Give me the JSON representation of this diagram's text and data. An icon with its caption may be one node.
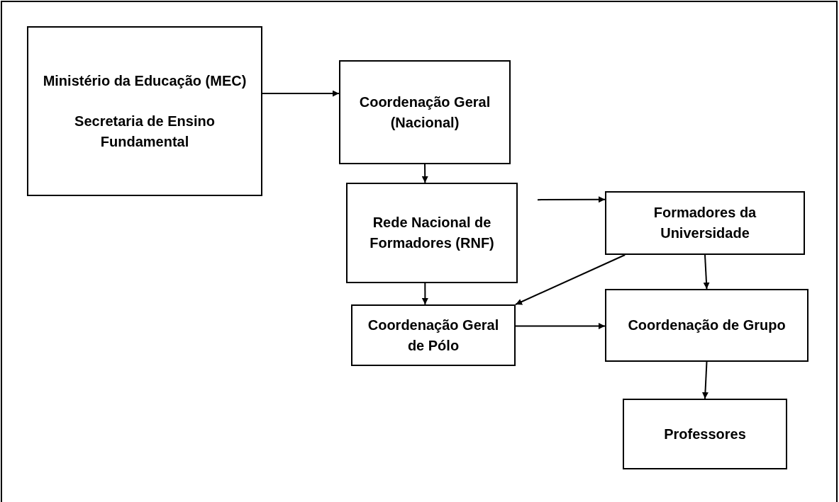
{
  "diagram": {
    "nodes": [
      {
        "text": [
          "Ministério da Educação (MEC)",
          "Secretaria de Ensino Fundamental"
        ]
      },
      {
        "text": [
          "Coordenação Geral (Nacional)"
        ]
      },
      {
        "text": [
          "Rede Nacional de Formadores (RNF)"
        ]
      },
      {
        "text": [
          "Formadores da Universidade"
        ]
      },
      {
        "text": [
          "Coordenação Geral de Pólo"
        ]
      },
      {
        "text": [
          "Coordenação de Grupo"
        ]
      },
      {
        "text": [
          "Professores"
        ]
      }
    ],
    "edges": [
      {
        "from": 0,
        "to": 1,
        "arrow": "to"
      },
      {
        "from": 1,
        "to": 2,
        "arrow": "to"
      },
      {
        "from": 2,
        "to": 3,
        "arrow": "to"
      },
      {
        "from": 3,
        "to": 4,
        "arrow": "to"
      },
      {
        "from": 2,
        "to": 4,
        "arrow": "to"
      },
      {
        "from": 3,
        "to": 5,
        "arrow": "to"
      },
      {
        "from": 4,
        "to": 5,
        "arrow": "to"
      },
      {
        "from": 5,
        "to": 6,
        "arrow": "to"
      }
    ]
  }
}
